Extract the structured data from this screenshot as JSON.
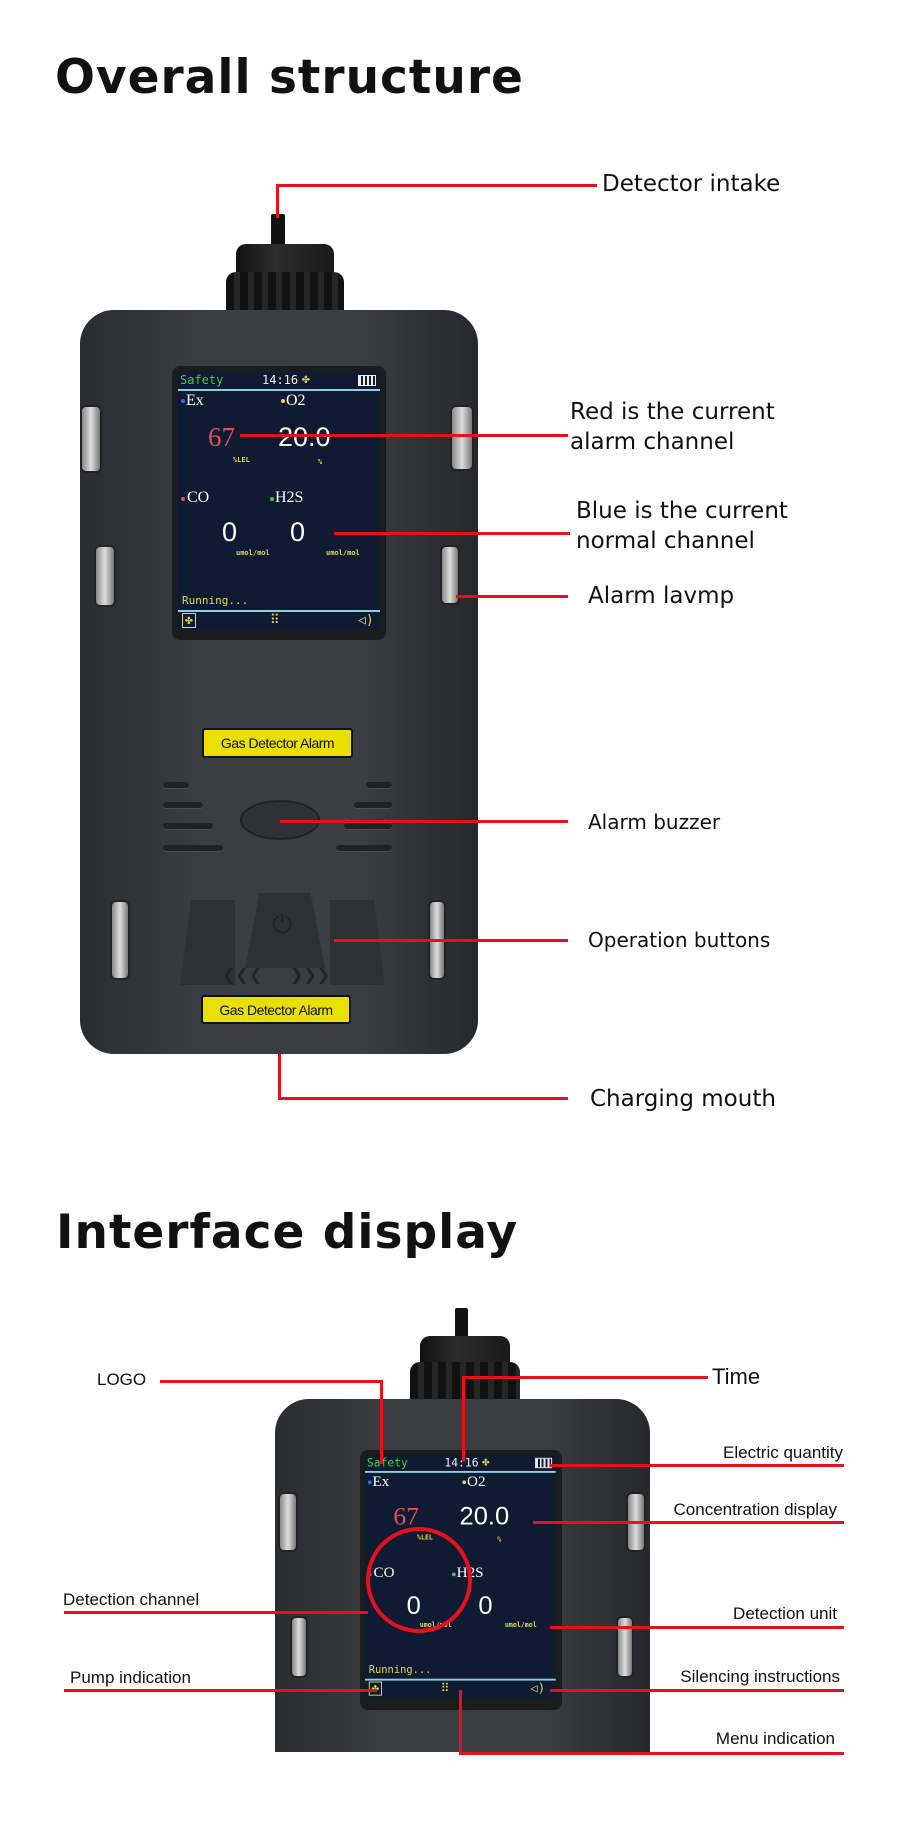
{
  "sections": {
    "overall_title": "Overall structure",
    "interface_title": "Interface display"
  },
  "overall_labels": {
    "intake": "Detector intake",
    "red_line1": "Red is the current",
    "red_line2": "alarm channel",
    "blue_line1": "Blue is the current",
    "blue_line2": "normal channel",
    "lamp": "Alarm lavmp",
    "buzzer": "Alarm buzzer",
    "buttons": "Operation buttons",
    "charging": "Charging mouth"
  },
  "device": {
    "badge": "Gas Detector Alarm",
    "body_color": "#3a3d41",
    "badge_color": "#e8e000"
  },
  "screen": {
    "logo": "Safety",
    "time": "14:16",
    "channels": [
      {
        "name": "Ex",
        "value": "67",
        "unit": "%LEL",
        "dot_color": "#2f6cff",
        "value_color": "#e0505a"
      },
      {
        "name": "O2",
        "value": "20.0",
        "unit": "%",
        "dot_color": "#e6d84a",
        "value_color": "#ffffff"
      },
      {
        "name": "CO",
        "value": "0",
        "unit": "umol/mol",
        "dot_color": "#e0505a",
        "value_color": "#ffffff"
      },
      {
        "name": "H2S",
        "value": "0",
        "unit": "umol/mol",
        "dot_color": "#3fcf4a",
        "value_color": "#ffffff"
      }
    ],
    "status": "Running...",
    "icons": [
      "fan-icon",
      "battery-icon",
      "pump-icon",
      "menu-icon",
      "speaker-icon"
    ]
  },
  "interface_labels": {
    "logo": "LOGO",
    "time": "Time",
    "electric": "Electric quantity",
    "concentration": "Concentration display",
    "channel": "Detection channel",
    "unit": "Detection unit",
    "pump": "Pump indication",
    "silencing": "Silencing instructions",
    "menu": "Menu indication"
  },
  "colors": {
    "callout": "#e8101c",
    "screen_bg": "#0f1a33"
  }
}
